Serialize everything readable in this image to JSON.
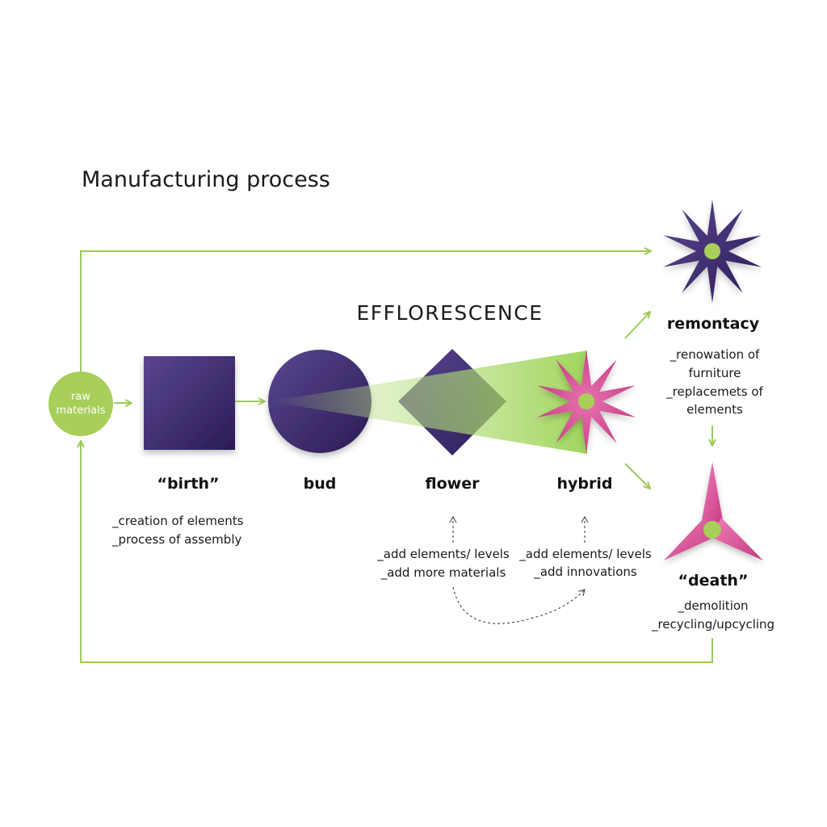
{
  "title": "Manufacturing process",
  "efflorescence": "EFFLORESCENCE",
  "raw_materials": {
    "line1": "raw",
    "line2": "materials"
  },
  "stages": {
    "birth": "“birth”",
    "bud": "bud",
    "flower": "flower",
    "hybrid": "hybrid",
    "remontacy": "remontacy",
    "death": "“death”"
  },
  "notes": {
    "birth": [
      "_creation of elements",
      "_process of assembly"
    ],
    "flower": [
      "_add elements/ levels",
      "_add more materials"
    ],
    "hybrid": [
      "_add elements/ levels",
      "_add innovations"
    ],
    "remontacy": [
      "_renowation of",
      "furniture",
      "_replacemets of",
      "elements"
    ],
    "death": [
      "_demolition",
      "_recycling/upcycling"
    ]
  },
  "colors": {
    "purple_dark": "#2e1f5c",
    "purple_light": "#5a4690",
    "green": "#a8cf5a",
    "pink": "#e15fa5",
    "line": "#9ccb5a"
  },
  "icons": {
    "birth": "square-shape",
    "bud": "circle-shape",
    "flower": "diamond-shape",
    "hybrid": "pink-star-icon",
    "remontacy": "purple-star-icon",
    "death": "tri-petal-icon"
  }
}
